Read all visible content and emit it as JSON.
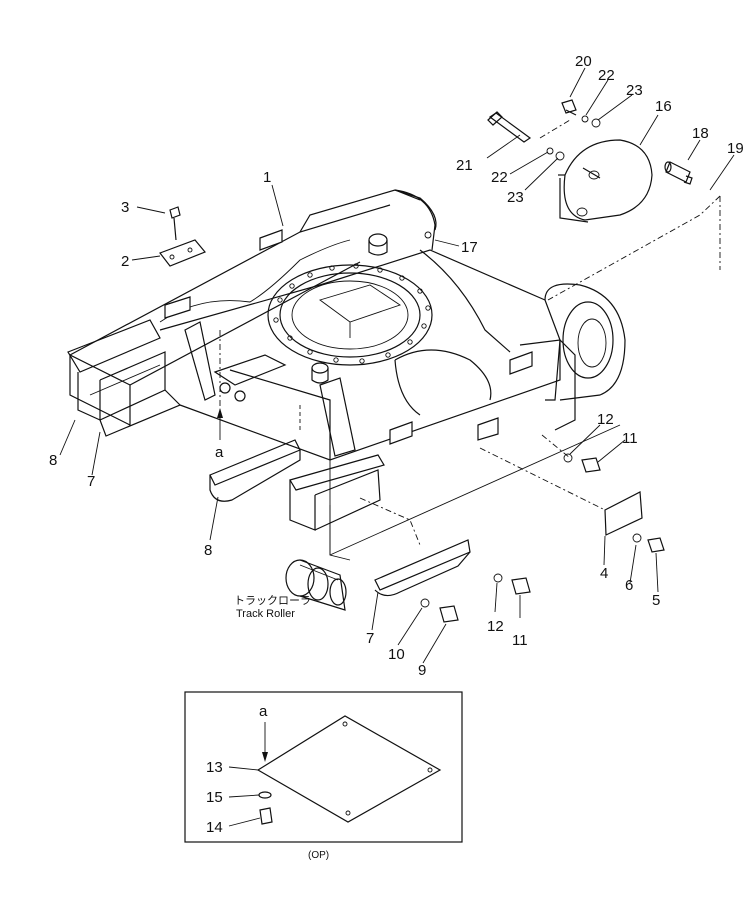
{
  "callouts": {
    "p1": "1",
    "p2": "2",
    "p3": "3",
    "p4": "4",
    "p5": "5",
    "p6": "6",
    "p7a": "7",
    "p7b": "7",
    "p8a": "8",
    "p8b": "8",
    "p9": "9",
    "p10": "10",
    "p11a": "11",
    "p11b": "11",
    "p12a": "12",
    "p12b": "12",
    "p13": "13",
    "p14": "14",
    "p15": "15",
    "p16": "16",
    "p17": "17",
    "p18": "18",
    "p19": "19",
    "p20": "20",
    "p21": "21",
    "p22a": "22",
    "p22b": "22",
    "p23a": "23",
    "p23b": "23"
  },
  "view_marker": {
    "a_main": "a",
    "a_inset": "a"
  },
  "track_roller": {
    "jp": "トラックローラ",
    "en": "Track Roller"
  },
  "inset": {
    "caption": "(OP)"
  }
}
